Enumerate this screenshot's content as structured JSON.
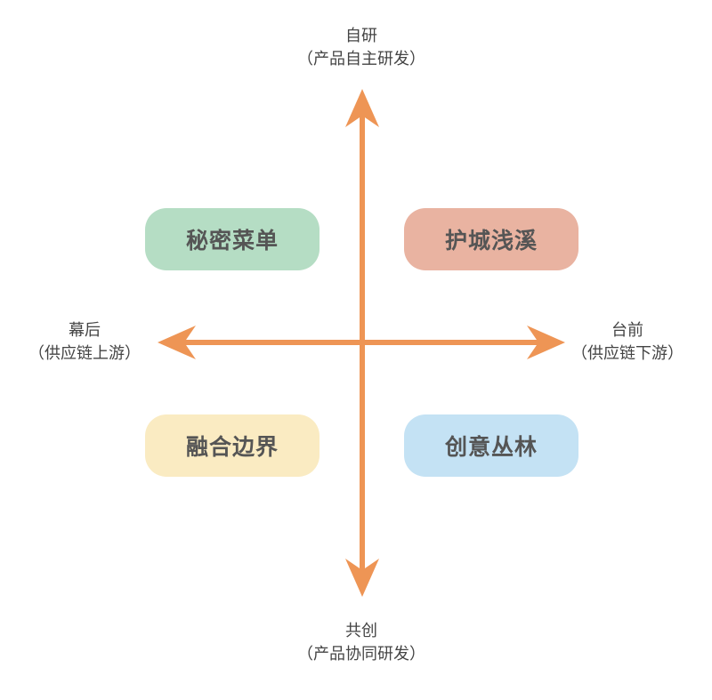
{
  "axes": {
    "top": {
      "line1": "自研",
      "line2": "（产品自主研发）"
    },
    "bottom": {
      "line1": "共创",
      "line2": "（产品协同研发）"
    },
    "left": {
      "line1": "幕后",
      "line2": "（供应链上游）"
    },
    "right": {
      "line1": "台前",
      "line2": "（供应链下游）"
    },
    "color": "#EE9555"
  },
  "quadrants": {
    "top_left": {
      "label": "秘密菜单",
      "color": "#B5DDC4"
    },
    "top_right": {
      "label": "护城浅溪",
      "color": "#E9B3A1"
    },
    "bottom_left": {
      "label": "融合边界",
      "color": "#FAEBC2"
    },
    "bottom_right": {
      "label": "创意丛林",
      "color": "#C4E2F4"
    }
  }
}
